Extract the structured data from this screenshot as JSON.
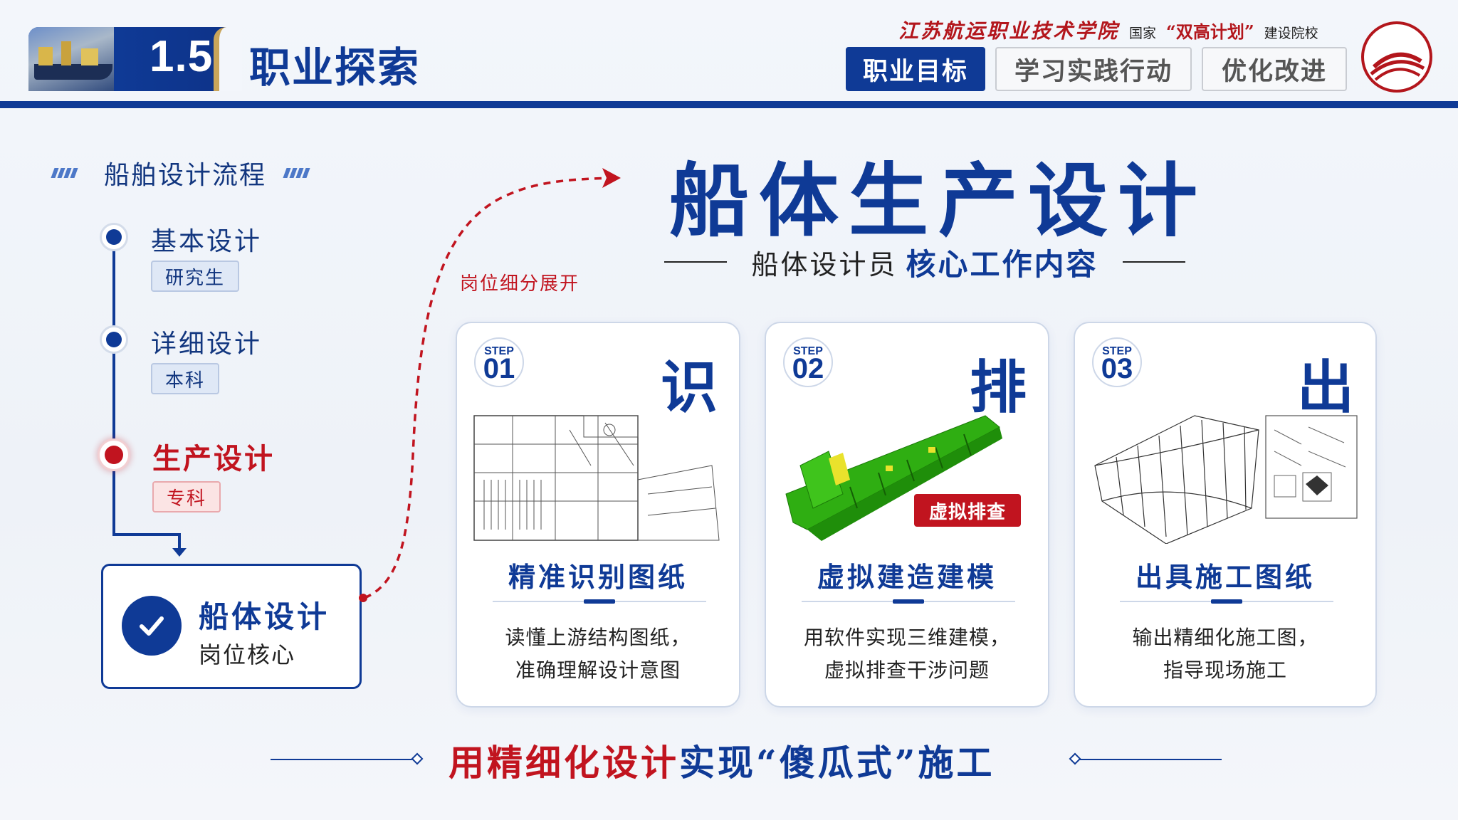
{
  "header": {
    "section_number": "1.5",
    "section_title": "职业探索",
    "school_name": "江苏航运职业技术学院",
    "school_sub1": "国家",
    "school_plan": "“双高计划”",
    "school_sub2": "建设院校",
    "tabs": [
      {
        "label": "职业目标",
        "active": true
      },
      {
        "label": "学习实践行动",
        "active": false
      },
      {
        "label": "优化改进",
        "active": false
      }
    ]
  },
  "flow": {
    "title": "船舶设计流程",
    "steps": [
      {
        "label": "基本设计",
        "tag": "研究生",
        "highlight": false
      },
      {
        "label": "详细设计",
        "tag": "本科",
        "highlight": false
      },
      {
        "label": "生产设计",
        "tag": "专科",
        "highlight": true
      }
    ],
    "core_title": "船体设计",
    "core_sub": "岗位核心",
    "expand_label": "岗位细分展开"
  },
  "main": {
    "title": "船体生产设计",
    "subtitle_plain": "船体设计员",
    "subtitle_bold": "核心工作内容"
  },
  "cards": [
    {
      "step_word": "STEP",
      "step_num": "01",
      "char": "识",
      "heading": "精准识别图纸",
      "desc1": "读懂上游结构图纸，",
      "desc2": "准确理解设计意图"
    },
    {
      "step_word": "STEP",
      "step_num": "02",
      "char": "排",
      "heading": "虚拟建造建模",
      "desc1": "用软件实现三维建模，",
      "desc2": "虚拟排查干涉问题",
      "badge": "虚拟排查"
    },
    {
      "step_word": "STEP",
      "step_num": "03",
      "char": "出",
      "heading": "出具施工图纸",
      "desc1": "输出精细化施工图，",
      "desc2": "指导现场施工"
    }
  ],
  "slogan": {
    "part1": "用精细化设计",
    "part2": "实现“傻瓜式”施工"
  },
  "colors": {
    "primary_blue": "#0f3a96",
    "accent_red": "#c1141f",
    "model_green": "#2fae12"
  }
}
